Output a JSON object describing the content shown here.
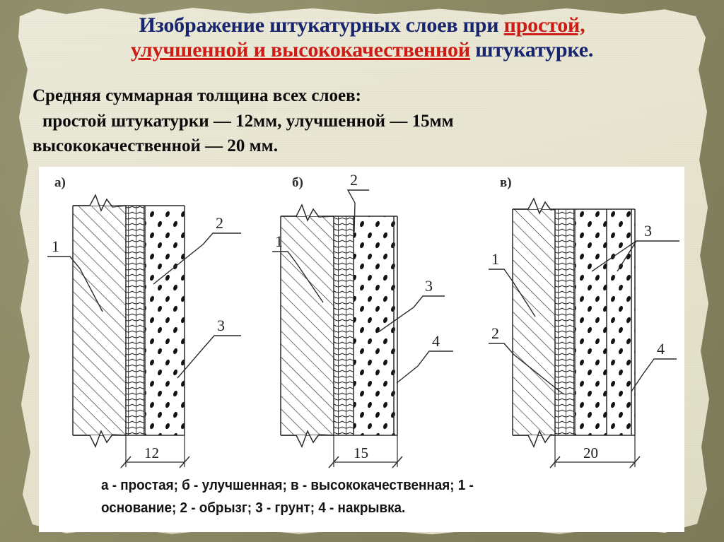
{
  "slide": {
    "background_edge_color": "#85825f",
    "paper_color": "#e9e7d3",
    "panel_color": "#ffffff"
  },
  "title": {
    "color_primary": "#17246e",
    "color_accent": "#cc1c15",
    "line1_part1": "Изображение штукатурных слоев при ",
    "line1_accent": "простой,",
    "line2_accent": "улучшенной и высококачественной",
    "line2_part2": " штукатурке."
  },
  "subtext": {
    "line1": "Средняя суммарная толщина всех слоев:",
    "line2": "простой штукатурки — 12мм, улучшенной — 15мм",
    "line3": "высококачественной — 20 мм."
  },
  "figures": [
    {
      "letter": "а)",
      "dimension": "12",
      "callouts": [
        "1",
        "2",
        "3"
      ],
      "layers": [
        "основание",
        "обрызг",
        "грунт"
      ]
    },
    {
      "letter": "б)",
      "dimension": "15",
      "callouts": [
        "1",
        "2",
        "3",
        "4"
      ],
      "layers": [
        "основание",
        "обрызг",
        "грунт",
        "накрывка"
      ]
    },
    {
      "letter": "в)",
      "dimension": "20",
      "callouts": [
        "1",
        "2",
        "3",
        "3",
        "4"
      ],
      "layers": [
        "основание",
        "обрызг",
        "грунт",
        "грунт",
        "накрывка"
      ]
    }
  ],
  "caption": {
    "line1": "а - простая; б - улучшенная; в - высококачественная; 1 -",
    "line2": "основание; 2 - обрызг; 3 - грунт; 4 - накрывка."
  }
}
